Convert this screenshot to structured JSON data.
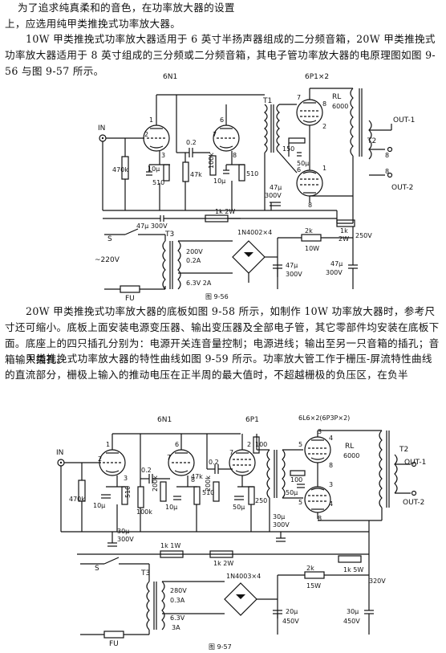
{
  "text": {
    "p1_line1": "为了追求纯真柔和的音色，在功率放大器的设置",
    "p1_line2": "上，应选用纯甲类推挽式功率放大器。",
    "p2": "10W 甲类推挽式功率放大器适用于 6 英寸半扬声器组成的二分频音箱，20W 甲类推挽式功率放大器适用于 8 英寸组成的三分频或二分频音箱，其电子管功率放大器的电原理图如图 9-56 与图 9-57 所示。",
    "p3": "20W 甲类推挽式功率放大器的底板如图 9-58 所示，如制作 10W 功率放大器时，参考尺寸还可缩小。底板上面安装电源变压器、输出变压器及全部电子管，其它零部件均安装在底板下面。底座上的四只插孔分别为：电源开关连音量控制；电源进线；输出至另一只音箱的插孔；音箱输入插孔。",
    "p4": "甲类推挽式功率放大器的特性曲线如图 9-59 所示。功率放大管工作于栅压-屏流特性曲线的直流部分，栅极上输入的推动电压在正半周的最大值时，不超越栅极的负压区，在负半"
  },
  "fig56": {
    "caption": "图  9-56",
    "tube1": "6N1",
    "tube2": "6P1×2",
    "in": "IN",
    "r470k": "470k",
    "c10u": "10μ",
    "r510a": "510",
    "c02": "0.2",
    "r47k": "47k",
    "r100k": "100k",
    "c10u2": "10μ",
    "r510b": "510",
    "t1": "T1",
    "r150": "150",
    "c50u": "50μ",
    "rl": "RL",
    "rl_val": "6000",
    "t2": "T2",
    "out1": "OUT-1",
    "out2": "OUT-2",
    "c47u_a": "47μ",
    "v300_a": "300V",
    "c47u300": "47μ 300V",
    "r1k2w": "1k 2W",
    "r1k": "1k",
    "w2": "2W",
    "v250": "250V",
    "s": "S",
    "t3": "T3",
    "diodes": "1N4002×4",
    "r2k": "2k",
    "w10": "10W",
    "mains": "~220V",
    "sec1": "200V",
    "sec1b": "0.2A",
    "sec2": "6.3V 2A",
    "fu": "FU",
    "c47u_b": "47μ",
    "v300_b": "300V",
    "c47u_c": "47μ",
    "v300_c": "300V",
    "pins": [
      "1",
      "2",
      "3",
      "6",
      "7",
      "8",
      "7",
      "8",
      "2",
      "6",
      "1",
      "2",
      "8",
      "7",
      "3",
      "3"
    ]
  },
  "fig57": {
    "caption": "图  9-57",
    "tube1": "6N1",
    "tube2": "6P1",
    "tube3": "6L6×2(6P3P×2)",
    "in": "IN",
    "r470k": "470k",
    "c10u": "10μ",
    "r510a": "510",
    "r100k": "100k",
    "c02a": "0.2",
    "c02b": "0.2",
    "r200k": "200k",
    "c10u2": "10μ",
    "r47k": "47k",
    "r510b": "510",
    "r200k2": "200k",
    "r100": "100",
    "c50u": "50μ",
    "r250": "250",
    "r100b": "100",
    "c50u2": "50μ",
    "rl": "RL",
    "rl_val": "6000",
    "t2": "T2",
    "out1": "OUT-1",
    "out2": "OUT-2",
    "c30u_a": "30μ",
    "v300_a": "300V",
    "c30u_b": "30μ",
    "v300_b": "300V",
    "r1k1w": "1k 1W",
    "r1k2w": "1k 2W",
    "r1k5w": "1k 5W",
    "v320": "320V",
    "s": "S",
    "t3": "T3",
    "diodes": "1N4003×4",
    "r2k": "2k",
    "w15": "15W",
    "sec1": "280V",
    "sec1b": "0.3A",
    "sec2": "6.3V",
    "sec2b": "3A",
    "fu": "FU",
    "c20u": "20μ",
    "v450a": "450V",
    "c30u_c": "30μ",
    "v450b": "450V",
    "pins": [
      "1",
      "2",
      "3",
      "6",
      "7",
      "8",
      "3",
      "4",
      "5",
      "8",
      "3",
      "4",
      "5",
      "8",
      "3",
      "5",
      "8",
      "2",
      "7"
    ]
  }
}
